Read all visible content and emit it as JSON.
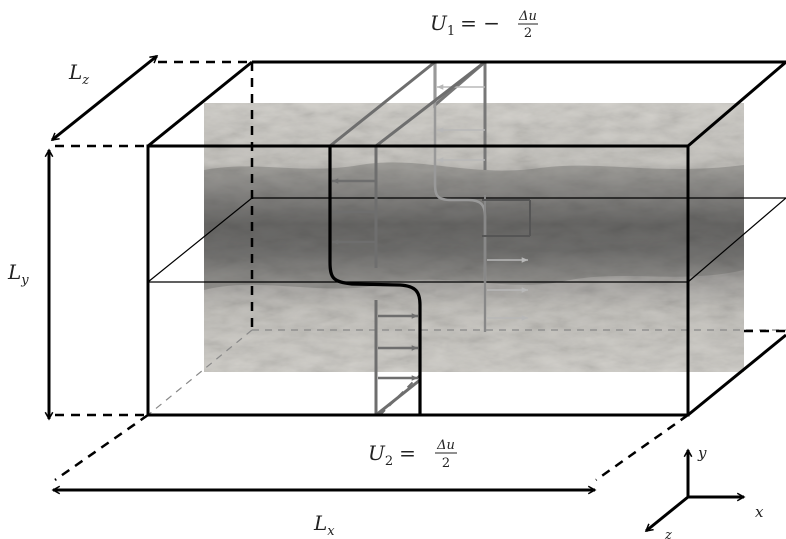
{
  "labels": {
    "u1_lhs": "U",
    "u1_sub": "1",
    "u1_eq": "= −",
    "u1_num": "Δu",
    "u1_den": "2",
    "u2_lhs": "U",
    "u2_sub": "2",
    "u2_eq": "=",
    "u2_num": "Δu",
    "u2_den": "2",
    "lz_main": "L",
    "lz_sub": "z",
    "ly_main": "L",
    "ly_sub": "y",
    "lx_main": "L",
    "lx_sub": "x",
    "axis_x": "x",
    "axis_y": "y",
    "axis_z": "z"
  },
  "colors": {
    "box_stroke": "#000000",
    "profile_front": "#111111",
    "profile_back": "#777777",
    "velocity_arrow": "#6e6e6e",
    "slab_background": "#cfccc6",
    "turbulent_layer": "#6f6f6f"
  }
}
